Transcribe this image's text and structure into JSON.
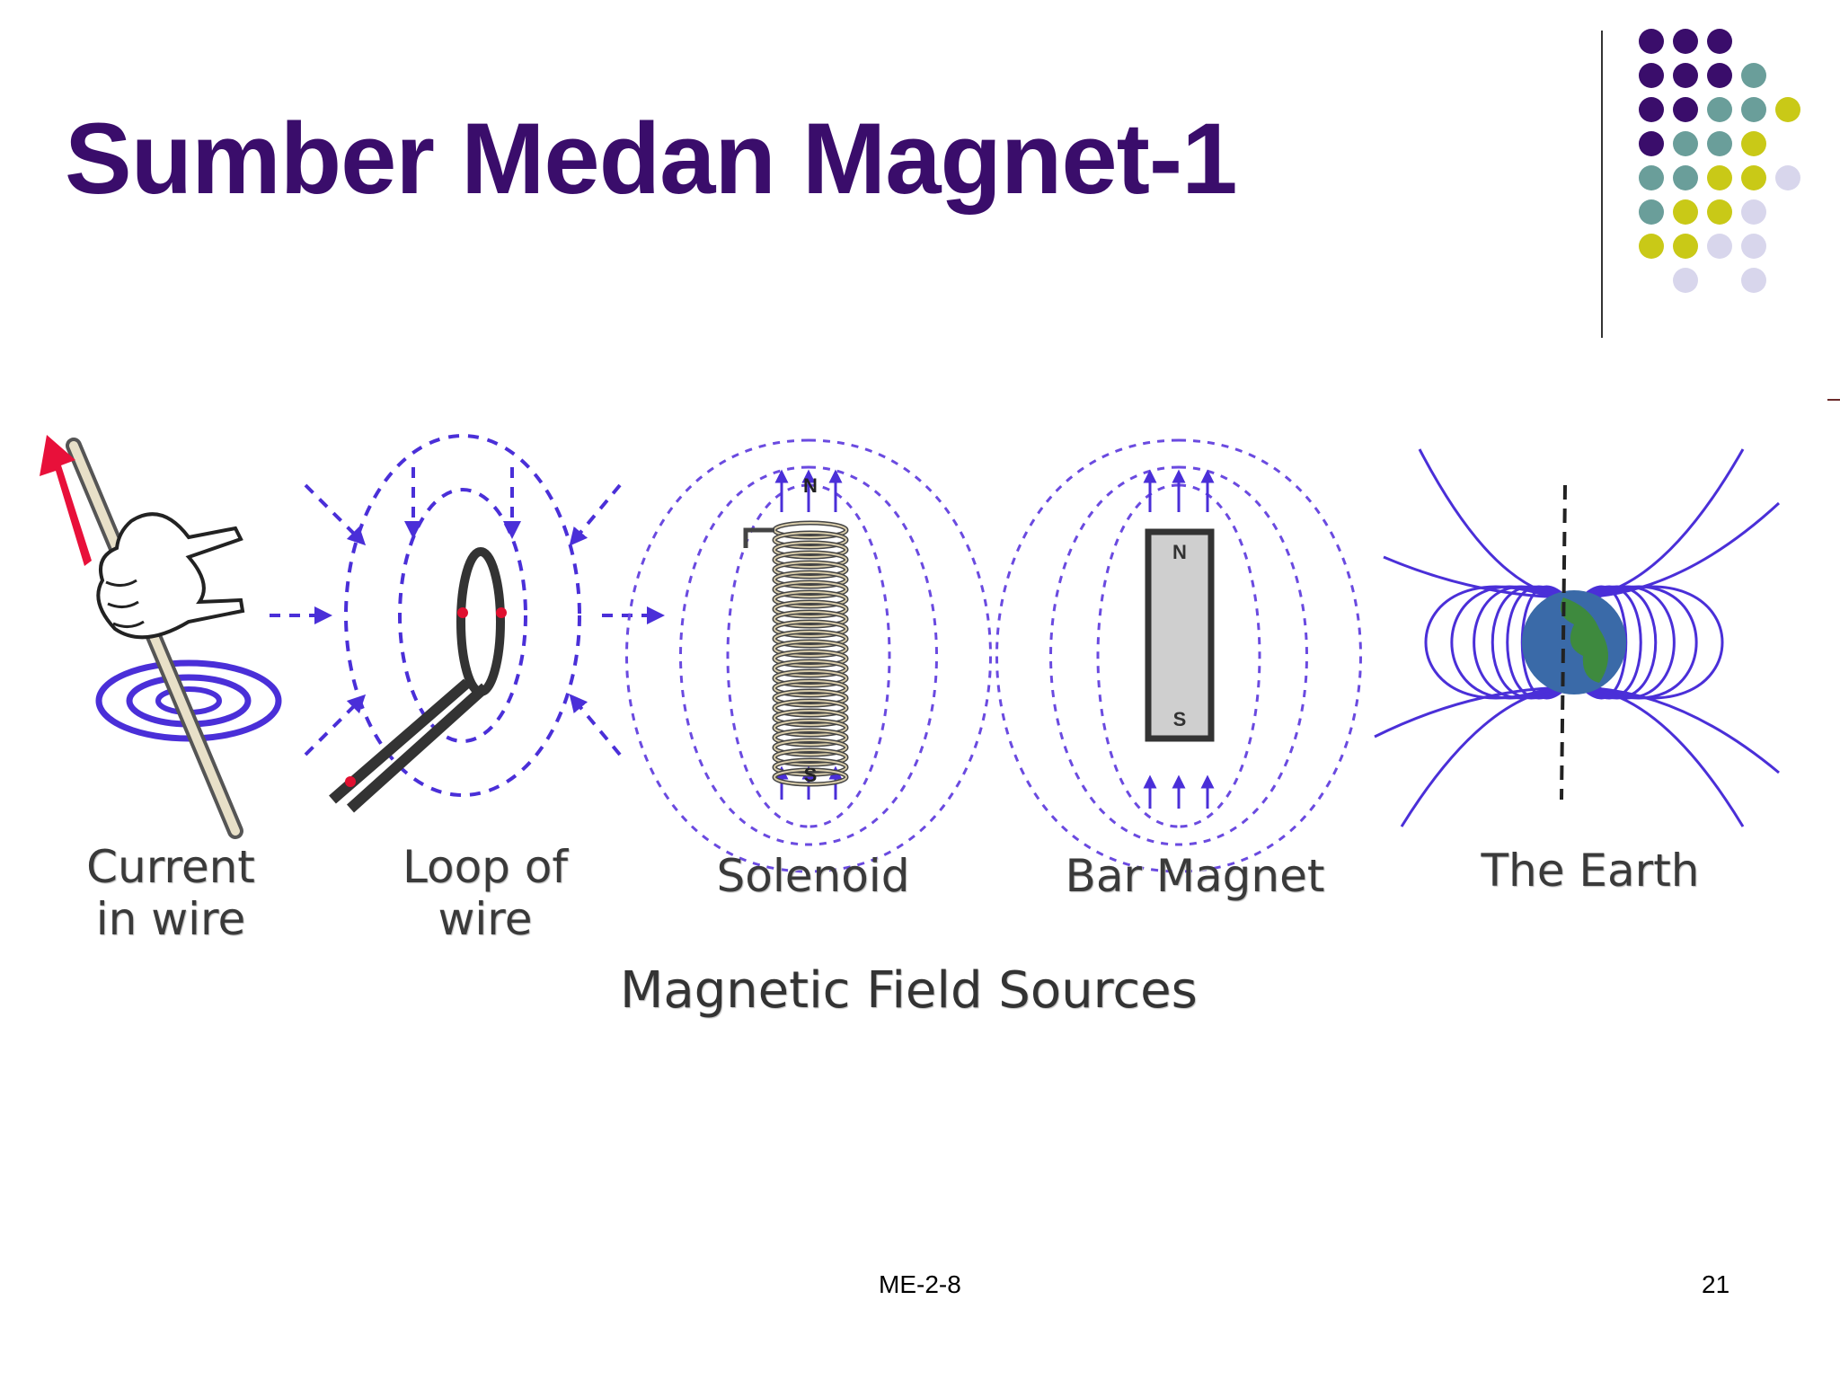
{
  "slide": {
    "title": "Sumber Medan Magnet-1",
    "footer_center": "ME-2-8",
    "page_number": "21"
  },
  "figure": {
    "panels": [
      {
        "caption": "Current\nin wire"
      },
      {
        "caption": "Loop of\nwire"
      },
      {
        "caption": "Solenoid"
      },
      {
        "caption": "Bar Magnet"
      },
      {
        "caption": "The Earth"
      }
    ],
    "bottom_title": "Magnetic Field Sources",
    "pole_labels": {
      "north": "N",
      "south": "S"
    }
  },
  "colors": {
    "title": "#3a0d6b",
    "dot_purple": "#3a0d6b",
    "dot_teal": "#6a9e9a",
    "dot_yellow": "#c9c917",
    "dot_lavender": "#d8d6ec",
    "field_line": "#4a2fd8",
    "arrow_red": "#e01030"
  }
}
